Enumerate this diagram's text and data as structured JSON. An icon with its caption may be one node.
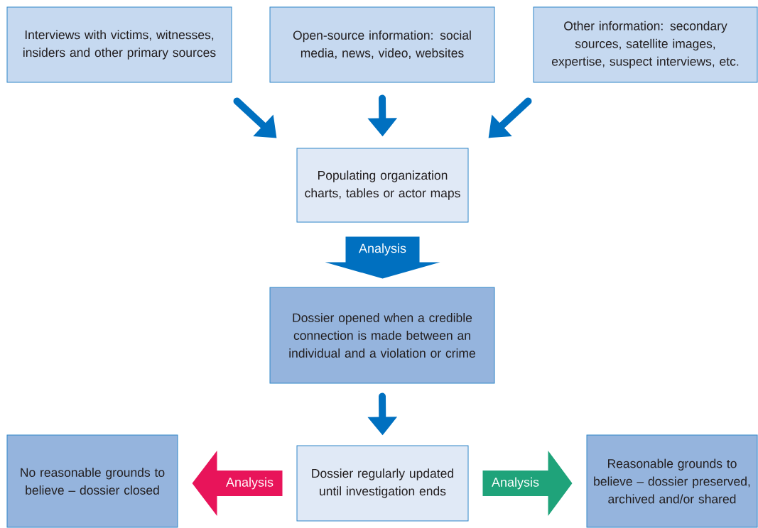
{
  "diagram": {
    "nodes": [
      {
        "text": [
          "Interviews with victims, witnesses, insiders and other primary sources"
        ]
      },
      {
        "text": [
          "Open-source information: social media, news, video, websites"
        ]
      },
      {
        "text": [
          "Other information: secondary sources, satellite images, expertise, suspect interviews, etc."
        ]
      },
      {
        "text": [
          "Populating organization charts, tables or actor maps"
        ]
      },
      {
        "text": [
          "Dossier opened when a credible connection is made between an individual and a violation or crime"
        ]
      },
      {
        "text": [
          "Dossier regularly updated until investigation ends"
        ]
      },
      {
        "text": [
          "No reasonable grounds to believe – dossier closed"
        ]
      },
      {
        "text": [
          "Reasonable grounds to believe – dossier preserved, archived and/or shared"
        ]
      }
    ],
    "edges": [
      {
        "from": 0,
        "to": 3,
        "arrow": "to"
      },
      {
        "from": 1,
        "to": 3,
        "arrow": "to"
      },
      {
        "from": 2,
        "to": 3,
        "arrow": "to"
      },
      {
        "from": 3,
        "to": 4,
        "arrow": "to",
        "label": "Analysis"
      },
      {
        "from": 4,
        "to": 5,
        "arrow": "to"
      },
      {
        "from": 5,
        "to": 6,
        "arrow": "to",
        "label": "Analysis",
        "color": "#e8145a"
      },
      {
        "from": 5,
        "to": 7,
        "arrow": "to",
        "label": "Analysis",
        "color": "#1fa37a"
      }
    ]
  }
}
